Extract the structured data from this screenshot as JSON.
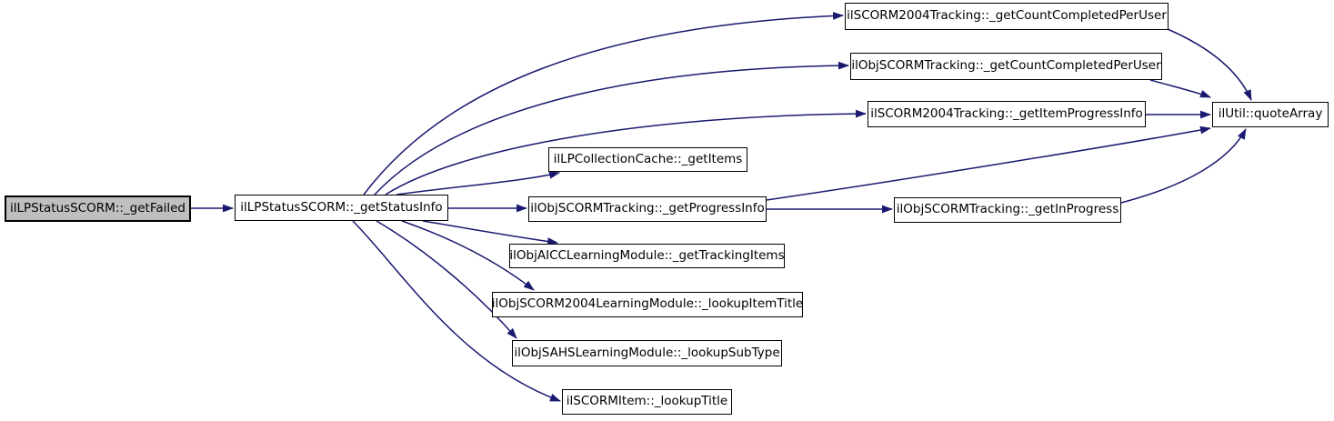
{
  "diagram": {
    "type": "call-graph",
    "background": "#ffffff",
    "colors": {
      "edge": "#191970",
      "node_fill": "#ffffff",
      "node_border": "#000000",
      "highlight_fill": "#bfbfbf",
      "text": "#000000"
    },
    "nodes": [
      {
        "id": "getFailed",
        "label": "ilLPStatusSCORM::_getFailed",
        "highlighted": true
      },
      {
        "id": "getStatusInfo",
        "label": "ilLPStatusSCORM::_getStatusInfo",
        "highlighted": false
      },
      {
        "id": "s2004CountCompleted",
        "label": "ilSCORM2004Tracking::_getCountCompletedPerUser",
        "highlighted": false
      },
      {
        "id": "objCountCompleted",
        "label": "ilObjSCORMTracking::_getCountCompletedPerUser",
        "highlighted": false
      },
      {
        "id": "s2004ItemProgressInfo",
        "label": "ilSCORM2004Tracking::_getItemProgressInfo",
        "highlighted": false
      },
      {
        "id": "quoteArray",
        "label": "ilUtil::quoteArray",
        "highlighted": false
      },
      {
        "id": "getItems",
        "label": "ilLPCollectionCache::_getItems",
        "highlighted": false
      },
      {
        "id": "getProgressInfo",
        "label": "ilObjSCORMTracking::_getProgressInfo",
        "highlighted": false
      },
      {
        "id": "getInProgress",
        "label": "ilObjSCORMTracking::_getInProgress",
        "highlighted": false
      },
      {
        "id": "getTrackingItems",
        "label": "ilObjAICCLearningModule::_getTrackingItems",
        "highlighted": false
      },
      {
        "id": "lookupItemTitle",
        "label": "ilObjSCORM2004LearningModule::_lookupItemTitle",
        "highlighted": false
      },
      {
        "id": "lookupSubType",
        "label": "ilObjSAHSLearningModule::_lookupSubType",
        "highlighted": false
      },
      {
        "id": "lookupTitle",
        "label": "ilSCORMItem::_lookupTitle",
        "highlighted": false
      }
    ],
    "edges": [
      {
        "from": "getFailed",
        "to": "getStatusInfo"
      },
      {
        "from": "getStatusInfo",
        "to": "s2004CountCompleted"
      },
      {
        "from": "getStatusInfo",
        "to": "objCountCompleted"
      },
      {
        "from": "getStatusInfo",
        "to": "s2004ItemProgressInfo"
      },
      {
        "from": "getStatusInfo",
        "to": "getItems"
      },
      {
        "from": "getStatusInfo",
        "to": "getProgressInfo"
      },
      {
        "from": "getStatusInfo",
        "to": "getTrackingItems"
      },
      {
        "from": "getStatusInfo",
        "to": "lookupItemTitle"
      },
      {
        "from": "getStatusInfo",
        "to": "lookupSubType"
      },
      {
        "from": "getStatusInfo",
        "to": "lookupTitle"
      },
      {
        "from": "s2004CountCompleted",
        "to": "quoteArray"
      },
      {
        "from": "objCountCompleted",
        "to": "quoteArray"
      },
      {
        "from": "s2004ItemProgressInfo",
        "to": "quoteArray"
      },
      {
        "from": "getProgressInfo",
        "to": "getInProgress"
      },
      {
        "from": "getProgressInfo",
        "to": "quoteArray"
      },
      {
        "from": "getInProgress",
        "to": "quoteArray"
      }
    ]
  }
}
